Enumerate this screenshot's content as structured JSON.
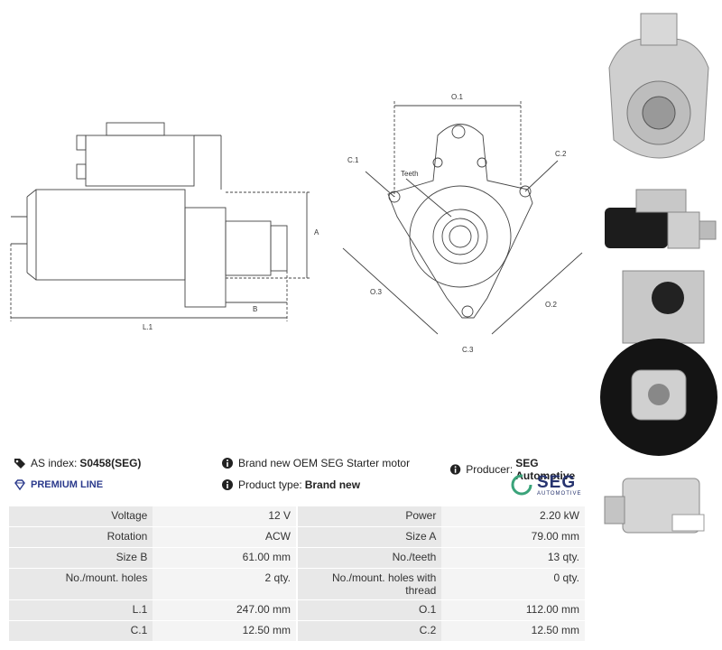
{
  "drawing": {
    "labels": {
      "a": "A",
      "b": "B",
      "l1": "L.1",
      "o1": "O.1",
      "o2": "O.2",
      "o3": "O.3",
      "c1": "C.1",
      "c2": "C.2",
      "c3": "C.3",
      "teeth": "Teeth"
    }
  },
  "info": {
    "as_index_label": "AS index:",
    "as_index_value": "S0458(SEG)",
    "premium": "PREMIUM LINE",
    "description": "Brand new OEM SEG Starter motor",
    "product_type_label": "Product type:",
    "product_type_value": "Brand new",
    "producer_label": "Producer:",
    "producer_value": "SEG Automotive",
    "logo_big": "SEG",
    "logo_small": "AUTOMOTIVE",
    "colors": {
      "logo_green": "#3aa37a",
      "logo_navy": "#26336e",
      "premium": "#2b3a8c"
    }
  },
  "specs": [
    {
      "k1": "Voltage",
      "v1": "12 V",
      "k2": "Power",
      "v2": "2.20 kW"
    },
    {
      "k1": "Rotation",
      "v1": "ACW",
      "k2": "Size A",
      "v2": "79.00 mm"
    },
    {
      "k1": "Size B",
      "v1": "61.00 mm",
      "k2": "No./teeth",
      "v2": "13 qty."
    },
    {
      "k1": "No./mount. holes",
      "v1": "2 qty.",
      "k2": "No./mount. holes with thread",
      "v2": "0 qty."
    },
    {
      "k1": "L.1",
      "v1": "247.00 mm",
      "k2": "O.1",
      "v2": "112.00 mm"
    },
    {
      "k1": "C.1",
      "v1": "12.50 mm",
      "k2": "C.2",
      "v2": "12.50 mm"
    }
  ]
}
